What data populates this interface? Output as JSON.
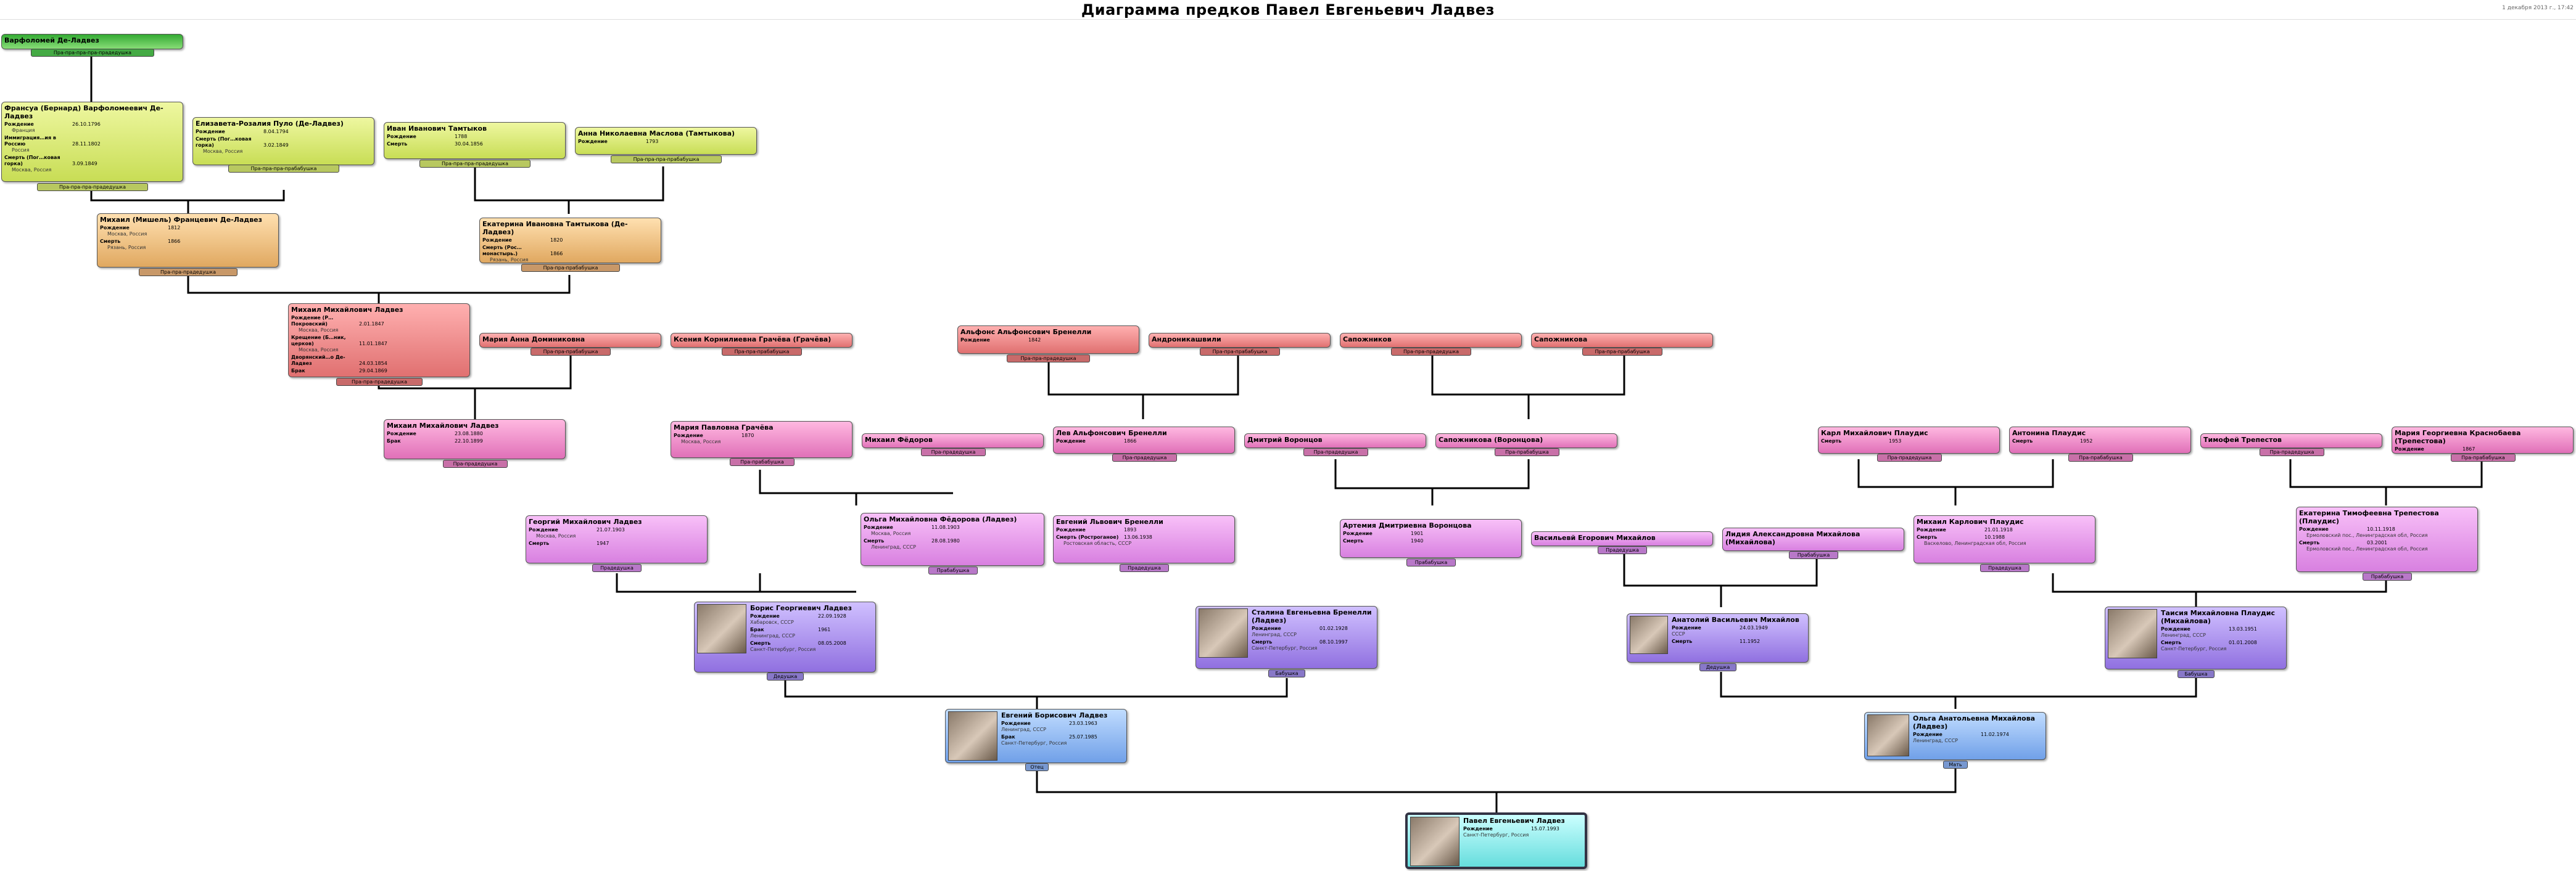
{
  "header": {
    "title": "Диаграмма предков Павел Евгеньевич Ладвез",
    "stamp": "1 декабря 2013 г., 17:42"
  },
  "people": {
    "p1": {
      "name": "Варфоломей Де-Ладвез",
      "tag": "Пра-пра-пра-пра-прадедушка"
    },
    "p2": {
      "name": "Франсуа (Бернард) Варфоломеевич Де-Ладвез",
      "tag": "Пра-пра-пра-прадедушка",
      "ev": [
        {
          "label": "Рождение",
          "date": "26.10.1796",
          "place": "Франция"
        },
        {
          "label": "Иммиграция…ия в Россию",
          "date": "28.11.1802",
          "place": "Россия"
        },
        {
          "label": "Смерть (Пог…ковая горка)",
          "date": "3.09.1849",
          "place": "Москва, Россия"
        }
      ]
    },
    "p3": {
      "name": "Елизавета-Розалия Пуло (Де-Ладвез)",
      "tag": "Пра-пра-пра-прабабушка",
      "ev": [
        {
          "label": "Рождение",
          "date": "8.04.1794",
          "place": ""
        },
        {
          "label": "Смерть (Пог…ковая горка)",
          "date": "3.02.1849",
          "place": "Москва, Россия"
        }
      ]
    },
    "p4": {
      "name": "Иван Иванович Тамтыков",
      "tag": "Пра-пра-пра-прадедушка",
      "ev": [
        {
          "label": "Рождение",
          "date": "1788",
          "place": ""
        },
        {
          "label": "Смерть",
          "date": "30.04.1856",
          "place": ""
        }
      ]
    },
    "p5": {
      "name": "Анна Николаевна Маслова (Тамтыкова)",
      "tag": "Пра-пра-пра-прабабушка",
      "ev": [
        {
          "label": "Рождение",
          "date": "1793",
          "place": ""
        }
      ]
    },
    "p6": {
      "name": "Михаил (Мишель) Францевич Де-Ладвез",
      "tag": "Пра-пра-прадедушка",
      "ev": [
        {
          "label": "Рождение",
          "date": "1812",
          "place": "Москва, Россия"
        },
        {
          "label": "Смерть",
          "date": "1866",
          "place": "Рязань, Россия"
        }
      ]
    },
    "p7": {
      "name": "Екатерина Ивановна Тамтыкова (Де-Ладвез)",
      "tag": "Пра-пра-прабабушка",
      "ev": [
        {
          "label": "Рождение",
          "date": "1820",
          "place": ""
        },
        {
          "label": "Смерть (Рос…монастырь.)",
          "date": "1866",
          "place": "Рязань, Россия"
        }
      ]
    },
    "p8": {
      "name": "Михаил Михайлович Ладвез",
      "tag": "Пра-пра-прадедушка",
      "ev": [
        {
          "label": "Рождение (Р…Покровский)",
          "date": "2.01.1847",
          "place": "Москва, Россия"
        },
        {
          "label": "Крещение (Б…ник, церков)",
          "date": "11.01.1847",
          "place": "Москва, Россия"
        },
        {
          "label": "Дворянский…о Де-Ладвез",
          "date": "24.03.1854",
          "place": ""
        },
        {
          "label": "Брак",
          "date": "29.04.1869",
          "place": ""
        }
      ]
    },
    "p9": {
      "name": "Мария Анна Доминиковна",
      "tag": "Пра-пра-прабабушка",
      "ev": []
    },
    "p10": {
      "name": "Ксения Корнилиевна Грачёва (Грачёва)",
      "tag": "Пра-пра-прабабушка",
      "ev": []
    },
    "p11": {
      "name": "Альфонс Альфонсович Бренелли",
      "tag": "Пра-пра-прадедушка",
      "ev": [
        {
          "label": "Рождение",
          "date": "1842",
          "place": ""
        }
      ]
    },
    "p12": {
      "name": "Андроникашвили",
      "tag": "Пра-пра-прабабушка",
      "ev": []
    },
    "p13": {
      "name": "Сапожников",
      "tag": "Пра-пра-прадедушка",
      "ev": []
    },
    "p14": {
      "name": "Сапожникова",
      "tag": "Пра-пра-прабабушка",
      "ev": []
    },
    "p15": {
      "name": "Михаил Михайлович Ладвез",
      "tag": "Пра-прадедушка",
      "ev": [
        {
          "label": "Рождение",
          "date": "23.08.1880",
          "place": ""
        },
        {
          "label": "Брак",
          "date": "22.10.1899",
          "place": ""
        }
      ]
    },
    "p16": {
      "name": "Мария Павловна Грачёва",
      "tag": "Пра-прабабушка",
      "ev": [
        {
          "label": "Рождение",
          "date": "1870",
          "place": "Москва, Россия"
        }
      ]
    },
    "p17": {
      "name": "Михаил Фёдоров",
      "tag": "Пра-прадедушка",
      "ev": []
    },
    "p18": {
      "name": "Лев Альфонсович Бренелли",
      "tag": "Пра-прадедушка",
      "ev": [
        {
          "label": "Рождение",
          "date": "1866",
          "place": ""
        }
      ]
    },
    "p19": {
      "name": "Дмитрий Воронцов",
      "tag": "Пра-прадедушка",
      "ev": []
    },
    "p20": {
      "name": "Сапожникова (Воронцова)",
      "tag": "Пра-прабабушка",
      "ev": []
    },
    "p21": {
      "name": "Карл Михайлович Плаудис",
      "tag": "Пра-прадедушка",
      "ev": [
        {
          "label": "Смерть",
          "date": "1953",
          "place": ""
        }
      ]
    },
    "p22": {
      "name": "Антонина Плаудис",
      "tag": "Пра-прабабушка",
      "ev": [
        {
          "label": "Смерть",
          "date": "1952",
          "place": ""
        }
      ]
    },
    "p23": {
      "name": "Тимофей Трепестов",
      "tag": "Пра-прадедушка",
      "ev": []
    },
    "p24": {
      "name": "Мария Георгиевна Краснобаева (Трепестова)",
      "tag": "Пра-прабабушка",
      "ev": [
        {
          "label": "Рождение",
          "date": "1867",
          "place": ""
        }
      ]
    },
    "p25": {
      "name": "Георгий Михайлович Ладвез",
      "tag": "Прадедушка",
      "ev": [
        {
          "label": "Рождение",
          "date": "21.07.1903",
          "place": "Москва, Россия"
        },
        {
          "label": "Смерть",
          "date": "1947",
          "place": ""
        }
      ]
    },
    "p26": {
      "name": "Ольга Михайловна Фёдорова (Ладвез)",
      "tag": "Прабабушка",
      "ev": [
        {
          "label": "Рождение",
          "date": "11.08.1903",
          "place": "Москва, Россия"
        },
        {
          "label": "Смерть",
          "date": "28.08.1980",
          "place": "Ленинград, СССР"
        }
      ]
    },
    "p27": {
      "name": "Евгений Львович Бренелли",
      "tag": "Прадедушка",
      "ev": [
        {
          "label": "Рождение",
          "date": "1893",
          "place": ""
        },
        {
          "label": "Смерть (Ростроганое)",
          "date": "13.06.1938",
          "place": "Ростовская область, СССР"
        }
      ]
    },
    "p28": {
      "name": "Артемия Дмитриевна Воронцова",
      "tag": "Прабабушка",
      "ev": [
        {
          "label": "Рождение",
          "date": "1901",
          "place": ""
        },
        {
          "label": "Смерть",
          "date": "1940",
          "place": ""
        }
      ]
    },
    "p29": {
      "name": "Васильевй Егорович Михайлов",
      "tag": "Прадедушка",
      "ev": []
    },
    "p30": {
      "name": "Лидия Александровна Михайлова (Михайлова)",
      "tag": "Прабабушка",
      "ev": []
    },
    "p31": {
      "name": "Михаил Карлович Плаудис",
      "tag": "Прадедушка",
      "ev": [
        {
          "label": "Рождение",
          "date": "21.01.1918",
          "place": ""
        },
        {
          "label": "Смерть",
          "date": "10.1988",
          "place": "Васкелово, Ленинградская обл, Россия"
        }
      ]
    },
    "p32": {
      "name": "Екатерина Тимофеевна Трепестова (Плаудис)",
      "tag": "Прабабушка",
      "ev": [
        {
          "label": "Рождение",
          "date": "10.11.1918",
          "place": "Ермоловский пос., Ленинградская обл, Россия"
        },
        {
          "label": "Смерть",
          "date": "03.2001",
          "place": "Ермоловский пос., Ленинградская обл, Россия"
        }
      ]
    },
    "p33": {
      "name": "Борис Георгиевич Ладвез",
      "tag": "Дедушка",
      "ev": [
        {
          "label": "Рождение",
          "date": "22.09.1928",
          "place": "Хабаровск, СССР"
        },
        {
          "label": "Брак",
          "date": "1961",
          "place": "Ленинград, СССР"
        },
        {
          "label": "Смерть",
          "date": "08.05.2008",
          "place": "Санкт-Петербург, Россия"
        }
      ]
    },
    "p34": {
      "name": "Сталина Евгеньевна Бренелли (Ладвез)",
      "tag": "Бабушка",
      "ev": [
        {
          "label": "Рождение",
          "date": "01.02.1928",
          "place": "Ленинград, СССР"
        },
        {
          "label": "Смерть",
          "date": "08.10.1997",
          "place": "Санкт-Петербург, Россия"
        }
      ]
    },
    "p35": {
      "name": "Анатолий Васильевич Михайлов",
      "tag": "Дедушка",
      "ev": [
        {
          "label": "Рождение",
          "date": "24.03.1949",
          "place": "СССР"
        },
        {
          "label": "Смерть",
          "date": "11.1952",
          "place": ""
        }
      ]
    },
    "p36": {
      "name": "Таисия Михайловна Плаудис (Михайлова)",
      "tag": "Бабушка",
      "ev": [
        {
          "label": "Рождение",
          "date": "13.03.1951",
          "place": "Ленинград, СССР"
        },
        {
          "label": "Смерть",
          "date": "01.01.2008",
          "place": "Санкт-Петербург, Россия"
        }
      ]
    },
    "p37": {
      "name": "Евгений Борисович Ладвез",
      "tag": "Отец",
      "ev": [
        {
          "label": "Рождение",
          "date": "23.03.1963",
          "place": "Ленинград, СССР"
        },
        {
          "label": "Брак",
          "date": "25.07.1985",
          "place": "Санкт-Петербург, Россия"
        }
      ]
    },
    "p38": {
      "name": "Ольга Анатольевна Михайлова (Ладвез)",
      "tag": "Мать",
      "ev": [
        {
          "label": "Рождение",
          "date": "11.02.1974",
          "place": "Ленинград, СССР"
        }
      ]
    },
    "p39": {
      "name": "Павел Евгеньевич Ладвез",
      "tag": "",
      "ev": [
        {
          "label": "Рождение",
          "date": "15.07.1993",
          "place": "Санкт-Петербург, Россия"
        }
      ]
    }
  }
}
